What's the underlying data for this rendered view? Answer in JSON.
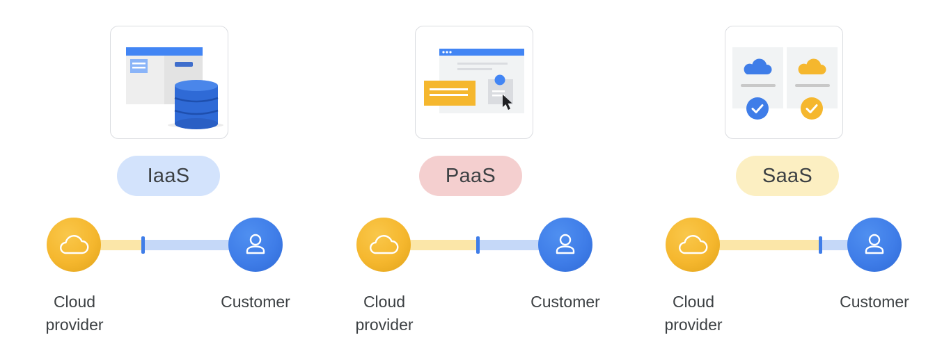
{
  "models": [
    {
      "name": "IaaS",
      "pill_color": "#d3e3fc",
      "provider_label": "Cloud\nprovider",
      "customer_label": "Customer"
    },
    {
      "name": "PaaS",
      "pill_color": "#f4cfcf",
      "provider_label": "Cloud\nprovider",
      "customer_label": "Customer"
    },
    {
      "name": "SaaS",
      "pill_color": "#fcefc2",
      "provider_label": "Cloud\nprovider",
      "customer_label": "Customer"
    }
  ],
  "colors": {
    "provider": "#f5b72e",
    "customer": "#3f7de8",
    "provider_track": "#fbe6a8",
    "customer_track": "#c5d8f8",
    "marker": "#3f7de8",
    "card_border": "#dadce0"
  },
  "icons": {
    "provider": "cloud-icon",
    "customer": "person-icon"
  }
}
